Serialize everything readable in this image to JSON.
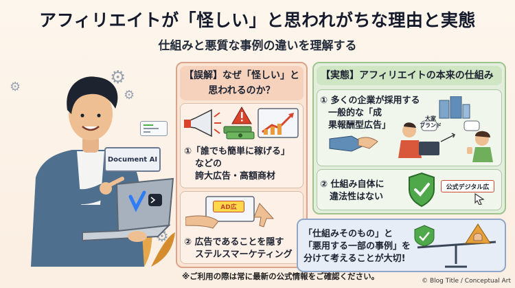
{
  "header": {
    "title": "アフィリエイトが「怪しい」と思われがちな理由と実態",
    "subtitle": "仕組みと悪質な事例の違いを理解する"
  },
  "illustration": {
    "doc_card_label": "Document AI"
  },
  "left_panel": {
    "heading_line1": "【誤解】なぜ「怪しい」と",
    "heading_line2": "思われるのか？",
    "item1_line1": "①「誰でも簡単に稼げる」",
    "item1_line2": "などの",
    "item1_line3": "誇大広告・高額商材",
    "ad_badge": "AD広",
    "item2_line1": "② 広告であることを隠す",
    "item2_line2": "ステルスマーケティング"
  },
  "right_panel": {
    "heading": "【実態】アフィリエイトの本来の仕組み",
    "item1_line1": "① 多くの企業が採用する",
    "item1_line2": "一般的な「成",
    "item1_line3": "果報酬型広告」",
    "brand_line1": "大家",
    "brand_line2": "ブランド",
    "item2_line1": "② 仕組み自体に",
    "item2_line2": "違法性はない",
    "official_badge": "公式デジタル広"
  },
  "bottom_box": {
    "line1": "「仕組みそのもの」と",
    "line2": "「悪用する一部の事例」を",
    "line3": "分けて考えることが大切!"
  },
  "footer": {
    "footnote": "※ご利用の際は常に最新の公式情報をご確認ください。",
    "credit": "© Blog Title / Conceptual Art"
  },
  "colors": {
    "left_panel_bg": "#fbe4d4",
    "right_panel_bg": "#e3efdc",
    "bottom_box_bg": "#e6edf7",
    "warning_red": "#d9432b"
  }
}
